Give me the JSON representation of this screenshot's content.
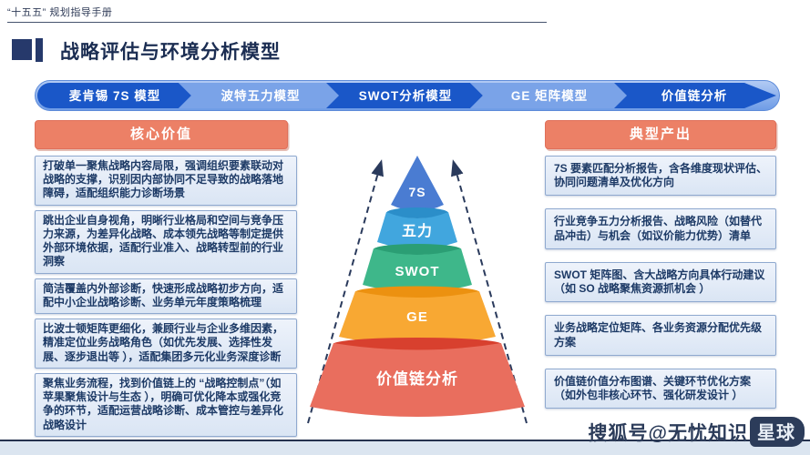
{
  "header": {
    "eyebrow": "“十五五” 规划指导手册",
    "title": "战略评估与环境分析模型"
  },
  "tabs": [
    {
      "label": "麦肯锡 7S 模型",
      "color": "#1a57c8"
    },
    {
      "label": "波特五力模型",
      "color": "#7aa3e8"
    },
    {
      "label": "SWOT分析模型",
      "color": "#1a57c8"
    },
    {
      "label": "GE 矩阵模型",
      "color": "#7aa3e8"
    },
    {
      "label": "价值链分析",
      "color": "#1a57c8"
    }
  ],
  "left_column": {
    "header": "核心价值",
    "items": [
      "打破单一聚焦战略内容局限，强调组织要素联动对战略的支撑，识别因内部协同不足导致的战略落地障碍，适配组织能力诊断场景",
      "跳出企业自身视角，明晰行业格局和空间与竞争压力来源，为差异化战略、成本领先战略等制定提供外部环境依据，适配行业准入、战略转型前的行业洞察",
      "简洁覆盖内外部诊断，快速形成战略初步方向，适配中小企业战略诊断、业务单元年度策略梳理",
      "比波士顿矩阵更细化，兼顾行业与企业多维因素，精准定位业务战略角色（如优先发展、选择性发展、逐步退出等 ），适配集团多元化业务深度诊断",
      "聚焦业务流程，找到价值链上的 “战略控制点”（如苹果聚焦设计与生态 ），明确可优化降本或强化竞争的环节，适配运营战略诊断、成本管控与差异化战略设计"
    ]
  },
  "right_column": {
    "header": "典型产出",
    "items": [
      "7S 要素匹配分析报告，含各维度现状评估、协同问题清单及优化方向",
      "行业竞争五力分析报告、战略风险（如替代品冲击）与机会（如议价能力优势）清单",
      "SWOT 矩阵图、含大战略方向具体行动建议（如 SO 战略聚焦资源抓机会 ）",
      "业务战略定位矩阵、各业务资源分配优先级方案",
      "价值链价值分布图谱、关键环节优化方案（如外包非核心环节、强化研发设计 ）"
    ]
  },
  "pyramid": {
    "levels": [
      {
        "label": "7S",
        "color": "#4a7cd2",
        "rim": "#3a66b8"
      },
      {
        "label": "五力",
        "color": "#41a6de",
        "rim": "#2b8ec9"
      },
      {
        "label": "SWOT",
        "color": "#3eb78a",
        "rim": "#2b9e74"
      },
      {
        "label": "GE",
        "color": "#f8a833",
        "rim": "#ec9110"
      },
      {
        "label": "价值链分析",
        "color": "#e96e5e",
        "rim": "#d8402e"
      }
    ]
  },
  "watermark": {
    "text": "搜狐号@无忧知识",
    "badge": "星球"
  },
  "colors": {
    "salmon_header": "#ec8066",
    "navy_text": "#1d3a66",
    "box_bg": "#dde8f5",
    "bottom_band": "#dbe5f0",
    "dashed_line": "#2a3a5c"
  }
}
